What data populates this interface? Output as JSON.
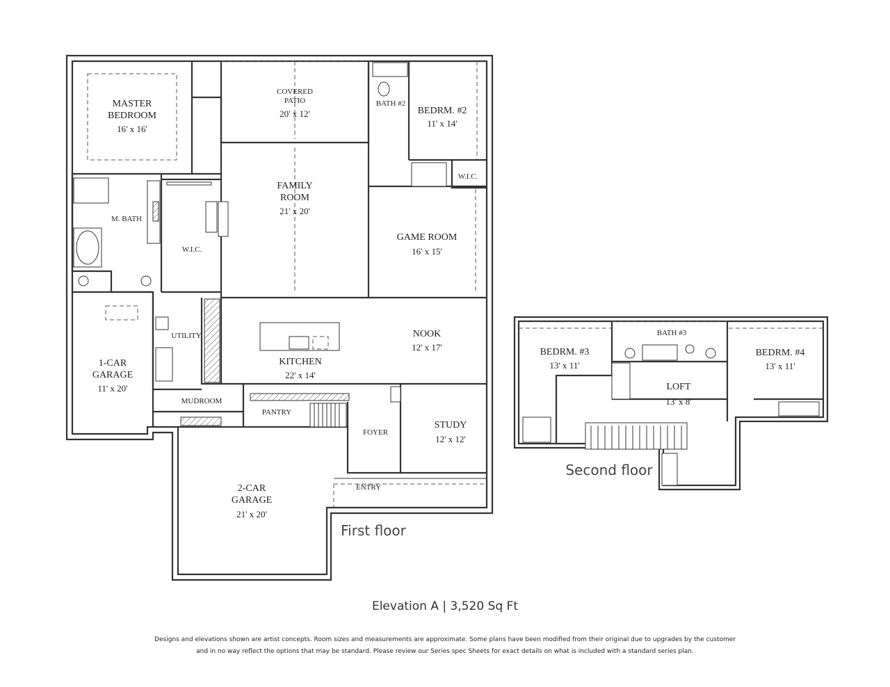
{
  "first_floor": {
    "label": "First floor",
    "rooms": {
      "master": {
        "line1": "MASTER",
        "line2": "BEDROOM",
        "dim": "16' x 16'"
      },
      "patio": {
        "line1": "COVERED",
        "line2": "PATIO",
        "dim": "20' x 12'"
      },
      "bath2": {
        "name": "BATH #2"
      },
      "bedrm2": {
        "name": "BEDRM. #2",
        "dim": "11' x 14'"
      },
      "family": {
        "line1": "FAMILY",
        "line2": "ROOM",
        "dim": "21' x 20'"
      },
      "mbath": {
        "name": "M. BATH"
      },
      "wic": {
        "name": "W.I.C."
      },
      "wic2": {
        "name": "W.I.C."
      },
      "game": {
        "name": "GAME ROOM",
        "dim": "16' x 15'"
      },
      "garage1": {
        "line1": "1-CAR",
        "line2": "GARAGE",
        "dim": "11' x 20'"
      },
      "utility": {
        "name": "UTILITY"
      },
      "kitchen": {
        "name": "KITCHEN",
        "dim": "22' x 14'"
      },
      "nook": {
        "name": "NOOK",
        "dim": "12' x 17'"
      },
      "mudroom": {
        "name": "MUDROOM"
      },
      "pantry": {
        "name": "PANTRY"
      },
      "foyer": {
        "name": "FOYER"
      },
      "study": {
        "name": "STUDY",
        "dim": "12' x 12'"
      },
      "garage2": {
        "line1": "2-CAR",
        "line2": "GARAGE",
        "dim": "21' x 20'"
      },
      "entry": {
        "name": "ENTRY"
      }
    }
  },
  "second_floor": {
    "label": "Second floor",
    "rooms": {
      "bath3": {
        "name": "BATH #3"
      },
      "bedrm3": {
        "name": "BEDRM. #3",
        "dim": "13' x 11'"
      },
      "bedrm4": {
        "name": "BEDRM. #4",
        "dim": "13' x 11'"
      },
      "loft": {
        "name": "LOFT",
        "dim": "13' x 8'"
      }
    }
  },
  "caption": "Elevation A | 3,520 Sq Ft",
  "disclaimer": {
    "line1": "Designs and elevations shown are artist concepts. Room sizes and measurements are approximate. Some plans have been modified from their original due to upgrades by the customer",
    "line2": "and in no way reflect the options that may be standard. Please review our Series spec Sheets for exact details on what is included with a standard series plan."
  }
}
